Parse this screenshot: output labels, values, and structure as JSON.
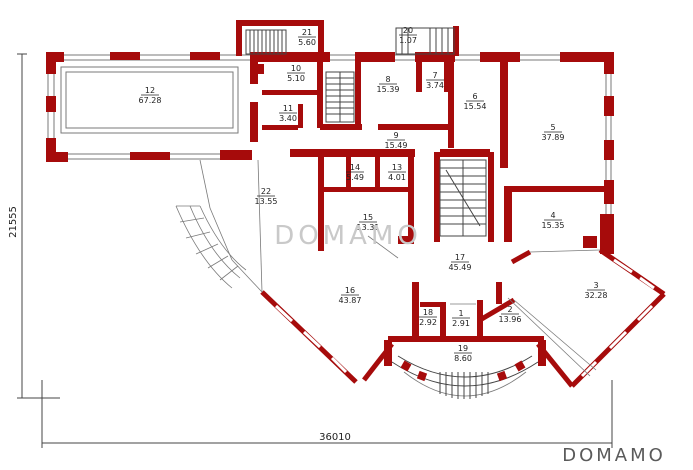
{
  "rooms": [
    {
      "num": "1",
      "area": "2.91"
    },
    {
      "num": "2",
      "area": "13.96"
    },
    {
      "num": "3",
      "area": "32.28"
    },
    {
      "num": "4",
      "area": "15.35"
    },
    {
      "num": "5",
      "area": "37.89"
    },
    {
      "num": "6",
      "area": "15.54"
    },
    {
      "num": "7",
      "area": "3.74"
    },
    {
      "num": "8",
      "area": "15.39"
    },
    {
      "num": "9",
      "area": "15.49"
    },
    {
      "num": "10",
      "area": "5.10"
    },
    {
      "num": "11",
      "area": "3.40"
    },
    {
      "num": "12",
      "area": "67.28"
    },
    {
      "num": "13",
      "area": "4.01"
    },
    {
      "num": "14",
      "area": "5.49"
    },
    {
      "num": "15",
      "area": "13.31"
    },
    {
      "num": "16",
      "area": "43.87"
    },
    {
      "num": "17",
      "area": "45.49"
    },
    {
      "num": "18",
      "area": "2.92"
    },
    {
      "num": "19",
      "area": "8.60"
    },
    {
      "num": "20",
      "area": "1.07"
    },
    {
      "num": "21",
      "area": "5.60"
    },
    {
      "num": "22",
      "area": "13.55"
    }
  ],
  "dimensions": {
    "width": "36010",
    "height": "21555"
  },
  "watermark": "DOMAMO",
  "watermark_corner": "DOMAMO"
}
